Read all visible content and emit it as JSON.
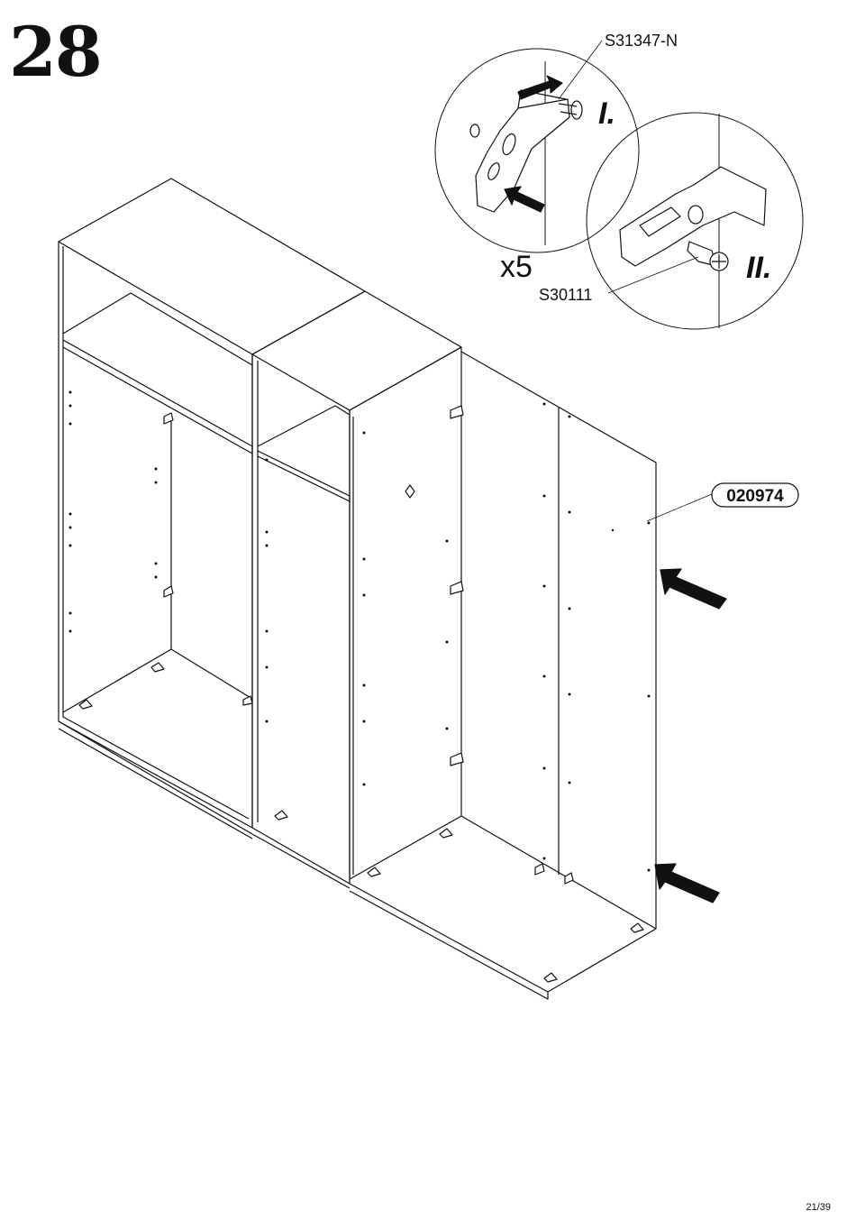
{
  "step": {
    "number": "28"
  },
  "detail_one": {
    "part_code": "S31347-N",
    "stage": "I.",
    "quantity": "x5"
  },
  "detail_two": {
    "part_code": "S30111",
    "stage": "II."
  },
  "panel": {
    "part_code": "020974"
  },
  "footer": {
    "page": "21/39"
  }
}
